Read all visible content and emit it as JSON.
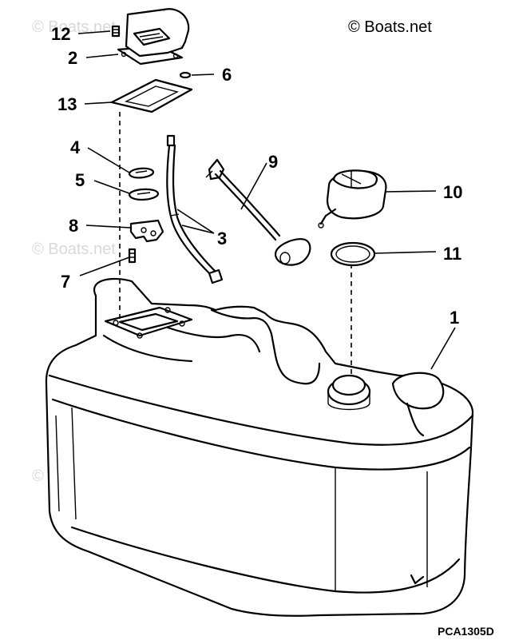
{
  "copyright": "© Boats.net",
  "watermark": "© Boats.net",
  "figure_code": "PCA1305D",
  "callouts": {
    "n1": "1",
    "n2": "2",
    "n3": "3",
    "n4": "4",
    "n5": "5",
    "n6": "6",
    "n7": "7",
    "n8": "8",
    "n9": "9",
    "n10": "10",
    "n11": "11",
    "n12": "12",
    "n13": "13"
  }
}
